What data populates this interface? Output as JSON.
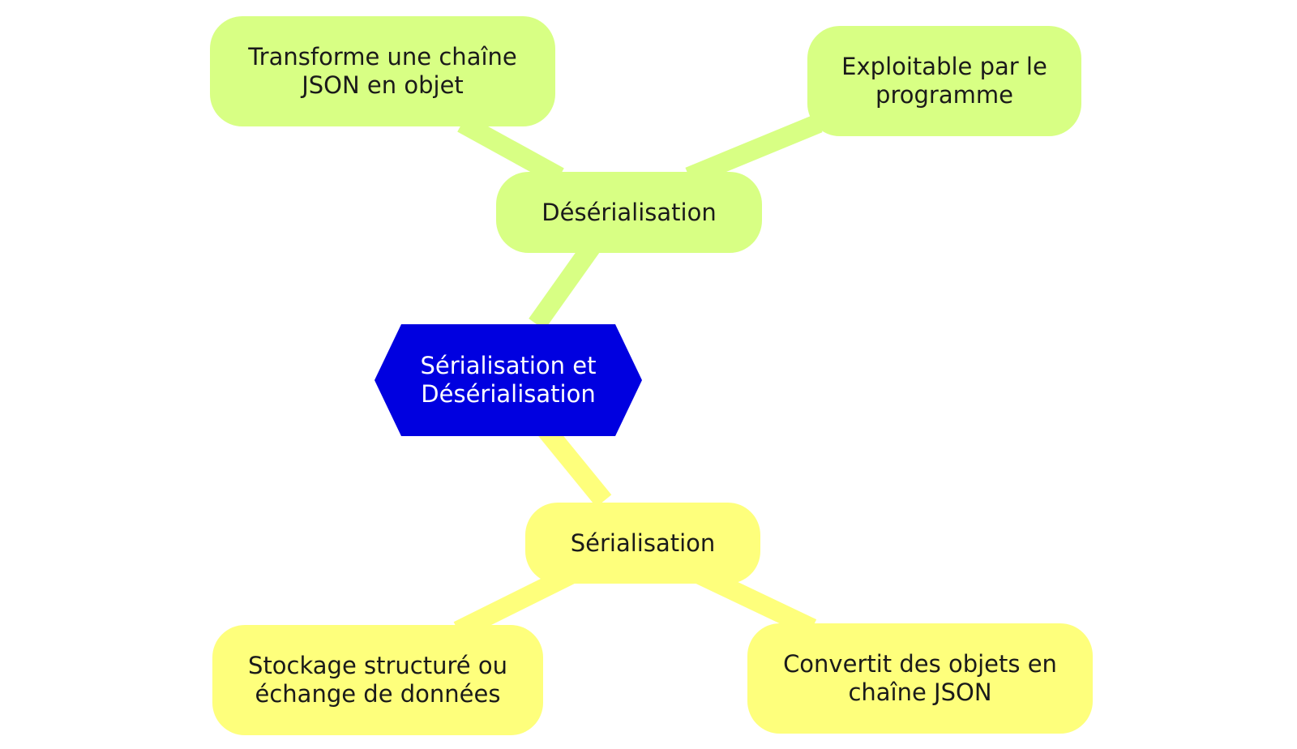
{
  "colors": {
    "hub": "#0000e0",
    "hub_text": "#ffffff",
    "green_branch": "#d8ff84",
    "yellow_branch": "#feff7c",
    "text": "#1a1a1a"
  },
  "diagram": {
    "hub": {
      "label": "Sérialisation et Désérialisation"
    },
    "deserialisation": {
      "label": "Désérialisation",
      "children": [
        {
          "label": "Transforme une chaîne JSON en objet"
        },
        {
          "label": "Exploitable par le programme"
        }
      ]
    },
    "serialisation": {
      "label": "Sérialisation",
      "children": [
        {
          "label": "Stockage structuré ou échange de données"
        },
        {
          "label": "Convertit des objets en chaîne JSON"
        }
      ]
    }
  }
}
